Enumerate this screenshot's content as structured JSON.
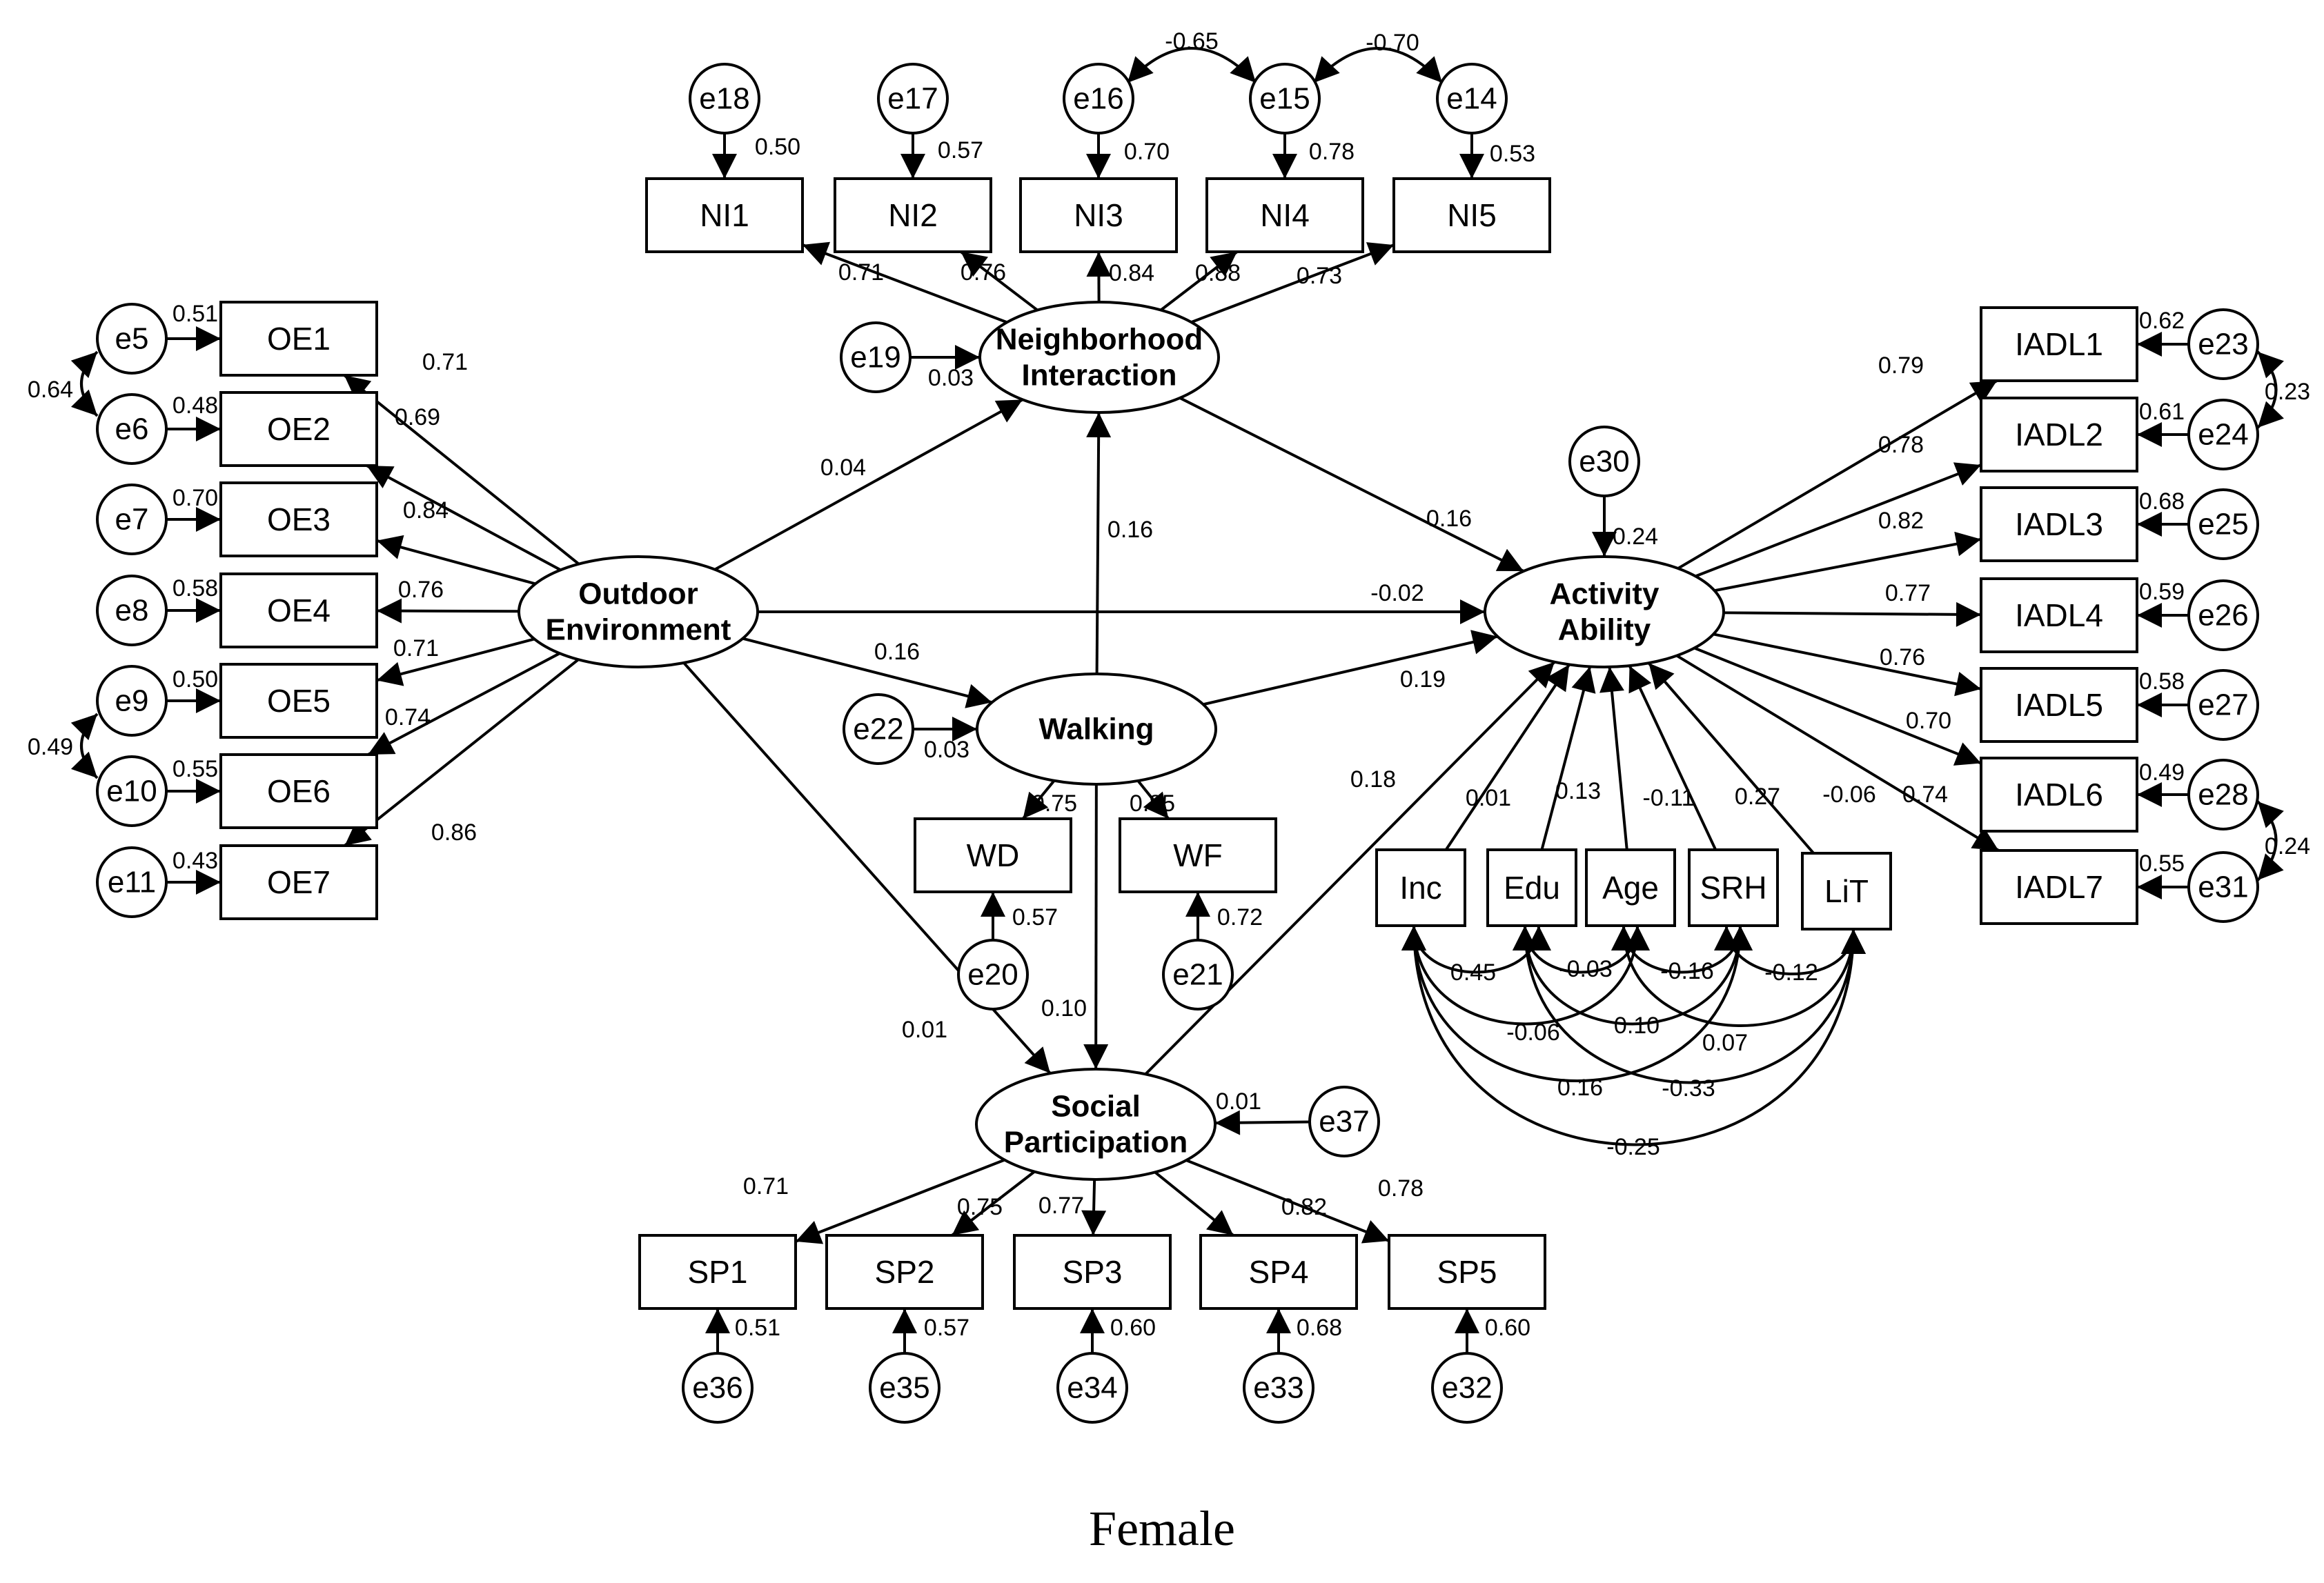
{
  "caption": "Female",
  "latents": [
    {
      "id": "OE",
      "lines": [
        "Outdoor",
        "Environment"
      ]
    },
    {
      "id": "NIX",
      "lines": [
        "Neighborhood",
        "Interaction"
      ]
    },
    {
      "id": "W",
      "lines": [
        "Walking"
      ]
    },
    {
      "id": "AA",
      "lines": [
        "Activity",
        "Ability"
      ]
    },
    {
      "id": "SPX",
      "lines": [
        "Social",
        "Participation"
      ]
    }
  ],
  "observed": [
    {
      "id": "OE1",
      "label": "OE1"
    },
    {
      "id": "OE2",
      "label": "OE2"
    },
    {
      "id": "OE3",
      "label": "OE3"
    },
    {
      "id": "OE4",
      "label": "OE4"
    },
    {
      "id": "OE5",
      "label": "OE5"
    },
    {
      "id": "OE6",
      "label": "OE6"
    },
    {
      "id": "OE7",
      "label": "OE7"
    },
    {
      "id": "NI1",
      "label": "NI1"
    },
    {
      "id": "NI2",
      "label": "NI2"
    },
    {
      "id": "NI3",
      "label": "NI3"
    },
    {
      "id": "NI4",
      "label": "NI4"
    },
    {
      "id": "NI5",
      "label": "NI5"
    },
    {
      "id": "WD",
      "label": "WD"
    },
    {
      "id": "WF",
      "label": "WF"
    },
    {
      "id": "Inc",
      "label": "Inc"
    },
    {
      "id": "Edu",
      "label": "Edu"
    },
    {
      "id": "Age",
      "label": "Age"
    },
    {
      "id": "SRH",
      "label": "SRH"
    },
    {
      "id": "LiT",
      "label": "LiT"
    },
    {
      "id": "IADL1",
      "label": "IADL1"
    },
    {
      "id": "IADL2",
      "label": "IADL2"
    },
    {
      "id": "IADL3",
      "label": "IADL3"
    },
    {
      "id": "IADL4",
      "label": "IADL4"
    },
    {
      "id": "IADL5",
      "label": "IADL5"
    },
    {
      "id": "IADL6",
      "label": "IADL6"
    },
    {
      "id": "IADL7",
      "label": "IADL7"
    },
    {
      "id": "SP1",
      "label": "SP1"
    },
    {
      "id": "SP2",
      "label": "SP2"
    },
    {
      "id": "SP3",
      "label": "SP3"
    },
    {
      "id": "SP4",
      "label": "SP4"
    },
    {
      "id": "SP5",
      "label": "SP5"
    }
  ],
  "errors": [
    {
      "id": "e5",
      "label": "e5",
      "target": "OE1",
      "value": "0.51"
    },
    {
      "id": "e6",
      "label": "e6",
      "target": "OE2",
      "value": "0.48"
    },
    {
      "id": "e7",
      "label": "e7",
      "target": "OE3",
      "value": "0.70"
    },
    {
      "id": "e8",
      "label": "e8",
      "target": "OE4",
      "value": "0.58"
    },
    {
      "id": "e9",
      "label": "e9",
      "target": "OE5",
      "value": "0.50"
    },
    {
      "id": "e10",
      "label": "e10",
      "target": "OE6",
      "value": "0.55"
    },
    {
      "id": "e11",
      "label": "e11",
      "target": "OE7",
      "value": "0.43"
    },
    {
      "id": "e18",
      "label": "e18",
      "target": "NI1",
      "value": "0.50"
    },
    {
      "id": "e17",
      "label": "e17",
      "target": "NI2",
      "value": "0.57"
    },
    {
      "id": "e16",
      "label": "e16",
      "target": "NI3",
      "value": "0.70"
    },
    {
      "id": "e15",
      "label": "e15",
      "target": "NI4",
      "value": "0.78"
    },
    {
      "id": "e14",
      "label": "e14",
      "target": "NI5",
      "value": "0.53"
    },
    {
      "id": "e19",
      "label": "e19",
      "target": "NIX",
      "value": "0.03"
    },
    {
      "id": "e22",
      "label": "e22",
      "target": "W",
      "value": "0.03"
    },
    {
      "id": "e20",
      "label": "e20",
      "target": "WD",
      "value": "0.57"
    },
    {
      "id": "e21",
      "label": "e21",
      "target": "WF",
      "value": "0.72"
    },
    {
      "id": "e30",
      "label": "e30",
      "target": "AA",
      "value": "0.24"
    },
    {
      "id": "e23",
      "label": "e23",
      "target": "IADL1",
      "value": "0.62"
    },
    {
      "id": "e24",
      "label": "e24",
      "target": "IADL2",
      "value": "0.61"
    },
    {
      "id": "e25",
      "label": "e25",
      "target": "IADL3",
      "value": "0.68"
    },
    {
      "id": "e26",
      "label": "e26",
      "target": "IADL4",
      "value": "0.59"
    },
    {
      "id": "e27",
      "label": "e27",
      "target": "IADL5",
      "value": "0.58"
    },
    {
      "id": "e28",
      "label": "e28",
      "target": "IADL6",
      "value": "0.49"
    },
    {
      "id": "e31",
      "label": "e31",
      "target": "IADL7",
      "value": "0.55"
    },
    {
      "id": "e37",
      "label": "e37",
      "target": "SPX",
      "value": "0.01"
    },
    {
      "id": "e36",
      "label": "e36",
      "target": "SP1",
      "value": "0.51"
    },
    {
      "id": "e35",
      "label": "e35",
      "target": "SP2",
      "value": "0.57"
    },
    {
      "id": "e34",
      "label": "e34",
      "target": "SP3",
      "value": "0.60"
    },
    {
      "id": "e33",
      "label": "e33",
      "target": "SP4",
      "value": "0.68"
    },
    {
      "id": "e32",
      "label": "e32",
      "target": "SP5",
      "value": "0.60"
    }
  ],
  "loadings": [
    {
      "from": "OE",
      "to": "OE1",
      "value": "0.71"
    },
    {
      "from": "OE",
      "to": "OE2",
      "value": "0.69"
    },
    {
      "from": "OE",
      "to": "OE3",
      "value": "0.84"
    },
    {
      "from": "OE",
      "to": "OE4",
      "value": "0.76"
    },
    {
      "from": "OE",
      "to": "OE5",
      "value": "0.71"
    },
    {
      "from": "OE",
      "to": "OE6",
      "value": "0.74"
    },
    {
      "from": "OE",
      "to": "OE7",
      "value": "0.86"
    },
    {
      "from": "NIX",
      "to": "NI1",
      "value": "0.71"
    },
    {
      "from": "NIX",
      "to": "NI2",
      "value": "0.76"
    },
    {
      "from": "NIX",
      "to": "NI3",
      "value": "0.84"
    },
    {
      "from": "NIX",
      "to": "NI4",
      "value": "0.88"
    },
    {
      "from": "NIX",
      "to": "NI5",
      "value": "0.73"
    },
    {
      "from": "W",
      "to": "WD",
      "value": "0.75"
    },
    {
      "from": "W",
      "to": "WF",
      "value": "0.85"
    },
    {
      "from": "AA",
      "to": "IADL1",
      "value": "0.79"
    },
    {
      "from": "AA",
      "to": "IADL2",
      "value": "0.78"
    },
    {
      "from": "AA",
      "to": "IADL3",
      "value": "0.82"
    },
    {
      "from": "AA",
      "to": "IADL4",
      "value": "0.77"
    },
    {
      "from": "AA",
      "to": "IADL5",
      "value": "0.76"
    },
    {
      "from": "AA",
      "to": "IADL6",
      "value": "0.70"
    },
    {
      "from": "AA",
      "to": "IADL7",
      "value": "0.74"
    },
    {
      "from": "SPX",
      "to": "SP1",
      "value": "0.71"
    },
    {
      "from": "SPX",
      "to": "SP2",
      "value": "0.75"
    },
    {
      "from": "SPX",
      "to": "SP3",
      "value": "0.77"
    },
    {
      "from": "SPX",
      "to": "SP4",
      "value": "0.82"
    },
    {
      "from": "SPX",
      "to": "SP5",
      "value": "0.78"
    }
  ],
  "paths": [
    {
      "from": "OE",
      "to": "NIX",
      "value": "0.04"
    },
    {
      "from": "OE",
      "to": "W",
      "value": "0.16"
    },
    {
      "from": "OE",
      "to": "AA",
      "value": "-0.02"
    },
    {
      "from": "OE",
      "to": "SPX",
      "value": "0.01"
    },
    {
      "from": "W",
      "to": "NIX",
      "value": "0.16"
    },
    {
      "from": "W",
      "to": "SPX",
      "value": "0.10"
    },
    {
      "from": "W",
      "to": "AA",
      "value": "0.19"
    },
    {
      "from": "NIX",
      "to": "AA",
      "value": "0.16"
    },
    {
      "from": "SPX",
      "to": "AA",
      "value": "0.18"
    },
    {
      "from": "Inc",
      "to": "AA",
      "value": "0.01"
    },
    {
      "from": "Edu",
      "to": "AA",
      "value": "0.13"
    },
    {
      "from": "Age",
      "to": "AA",
      "value": "-0.11"
    },
    {
      "from": "SRH",
      "to": "AA",
      "value": "0.27"
    },
    {
      "from": "LiT",
      "to": "AA",
      "value": "-0.06"
    }
  ],
  "error_covariances": [
    {
      "a": "e5",
      "b": "e6",
      "value": "0.64"
    },
    {
      "a": "e9",
      "b": "e10",
      "value": "0.49"
    },
    {
      "a": "e16",
      "b": "e15",
      "value": "-0.65"
    },
    {
      "a": "e15",
      "b": "e14",
      "value": "-0.70"
    },
    {
      "a": "e23",
      "b": "e24",
      "value": "0.23"
    },
    {
      "a": "e28",
      "b": "e31",
      "value": "0.24"
    }
  ],
  "covariate_correlations": [
    {
      "a": "Inc",
      "b": "Edu",
      "value": "0.45"
    },
    {
      "a": "Edu",
      "b": "Age",
      "value": "-0.03"
    },
    {
      "a": "Age",
      "b": "SRH",
      "value": "-0.16"
    },
    {
      "a": "SRH",
      "b": "LiT",
      "value": "-0.12"
    },
    {
      "a": "Inc",
      "b": "Age",
      "value": "-0.06"
    },
    {
      "a": "Edu",
      "b": "SRH",
      "value": "0.10"
    },
    {
      "a": "Age",
      "b": "LiT",
      "value": "0.07"
    },
    {
      "a": "Inc",
      "b": "SRH",
      "value": "0.16"
    },
    {
      "a": "Edu",
      "b": "LiT",
      "value": "-0.33"
    },
    {
      "a": "Inc",
      "b": "LiT",
      "value": "-0.25"
    }
  ]
}
